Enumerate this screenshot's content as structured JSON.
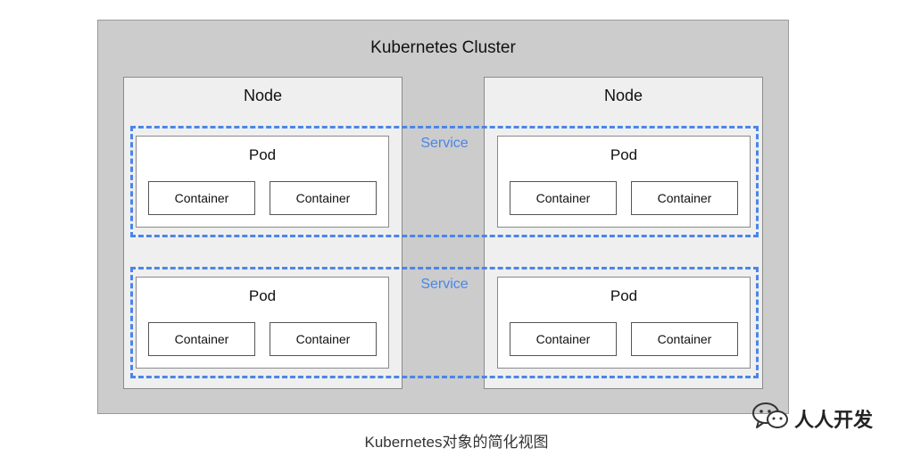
{
  "diagram": {
    "cluster_title": "Kubernetes Cluster",
    "nodes": [
      {
        "title": "Node",
        "pods": [
          {
            "title": "Pod",
            "containers": [
              "Container",
              "Container"
            ]
          },
          {
            "title": "Pod",
            "containers": [
              "Container",
              "Container"
            ]
          }
        ]
      },
      {
        "title": "Node",
        "pods": [
          {
            "title": "Pod",
            "containers": [
              "Container",
              "Container"
            ]
          },
          {
            "title": "Pod",
            "containers": [
              "Container",
              "Container"
            ]
          }
        ]
      }
    ],
    "services": [
      {
        "label": "Service"
      },
      {
        "label": "Service"
      }
    ],
    "colors": {
      "cluster_bg": "#cccccc",
      "node_bg": "#efefef",
      "pod_bg": "#ffffff",
      "service_border": "#4a86e8"
    }
  },
  "caption": "Kubernetes对象的简化视图",
  "watermark": {
    "icon": "wechat-icon",
    "text": "人人开发"
  }
}
